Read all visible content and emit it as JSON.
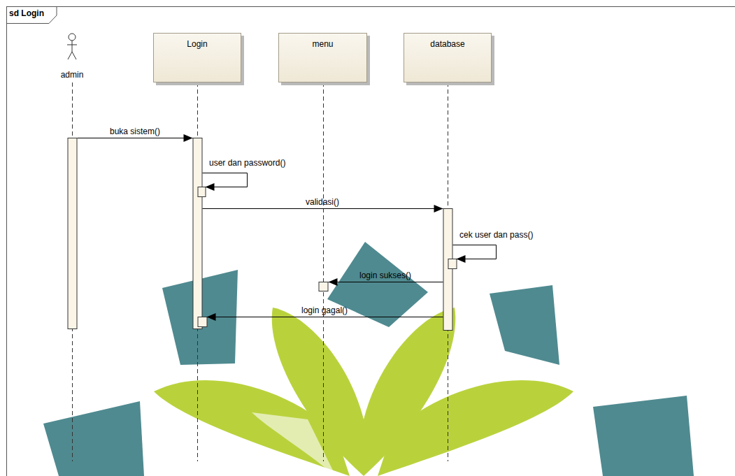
{
  "diagram": {
    "title": "sd Login",
    "nodes": [
      {
        "text": [
          "admin"
        ]
      },
      {
        "text": [
          "Login"
        ]
      },
      {
        "text": [
          "menu"
        ]
      },
      {
        "text": [
          "database"
        ]
      }
    ],
    "edges": [
      {
        "from": 0,
        "to": 1,
        "label": "buka sistem()",
        "arrow": "to"
      },
      {
        "from": 1,
        "to": 1,
        "label": "user dan password()",
        "arrow": "to"
      },
      {
        "from": 1,
        "to": 3,
        "label": "validasi()",
        "arrow": "to"
      },
      {
        "from": 3,
        "to": 3,
        "label": "cek user dan pass()",
        "arrow": "to"
      },
      {
        "from": 3,
        "to": 2,
        "label": "login sukses()",
        "arrow": "to"
      },
      {
        "from": 3,
        "to": 1,
        "label": "login gagal()",
        "arrow": "to"
      }
    ]
  }
}
